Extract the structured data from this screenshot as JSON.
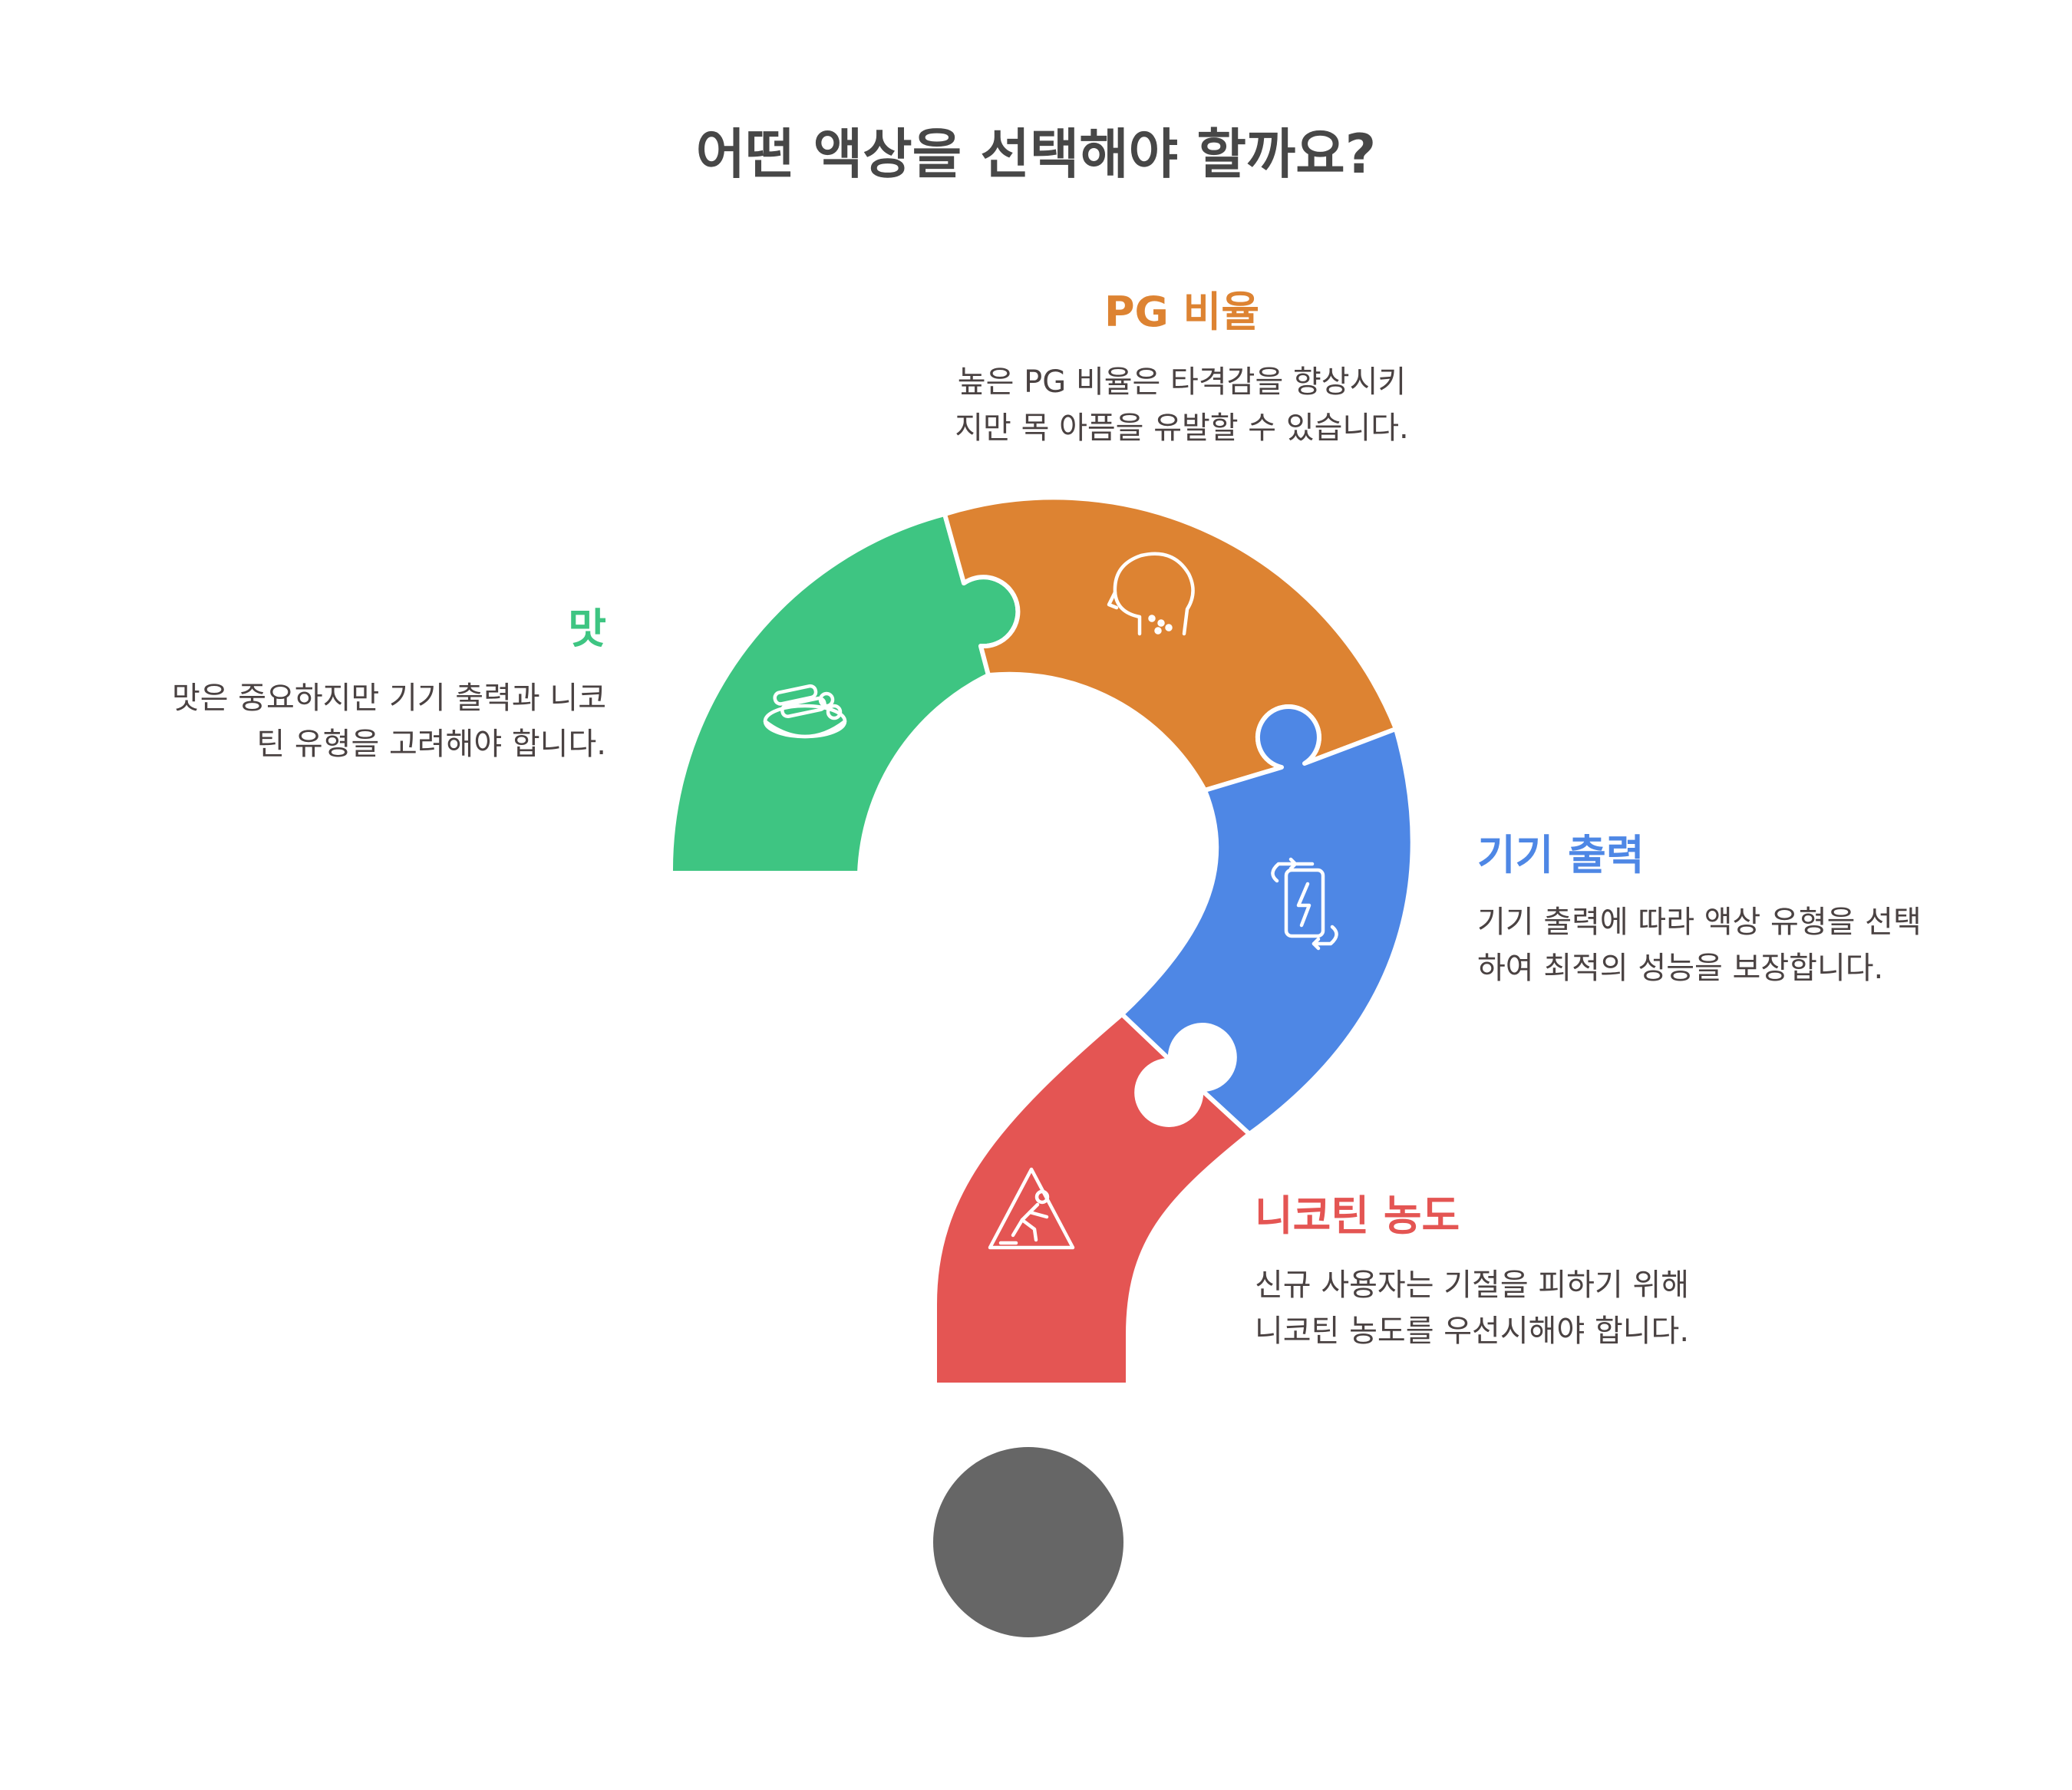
{
  "title": "어떤 액상을 선택해야 할까요?",
  "colors": {
    "taste": "#3EC582",
    "pg": "#DD8332",
    "power": "#4E87E5",
    "nicotine": "#E45553",
    "dot": "#666666",
    "title": "#474747",
    "text": "#4A4242"
  },
  "sections": {
    "taste": {
      "heading": "맛",
      "lines": [
        "맛은 중요하지만 기기 출력과 니코",
        "틴 유형을 고려해야 합니다."
      ],
      "icon": "noodle-bowl-icon"
    },
    "pg": {
      "heading": "PG 비율",
      "lines": [
        "높은 PG 비율은 타격감을 향상시키",
        "지만 목 아픔을 유발할 수 있습니다."
      ],
      "icon": "throat-head-icon"
    },
    "power": {
      "heading": "기기 출력",
      "lines": [
        "기기 출력에 따라 액상 유형을 선택",
        "하여 최적의 성능을 보장합니다."
      ],
      "icon": "battery-cycle-icon"
    },
    "nicotine": {
      "heading": "니코틴 농도",
      "lines": [
        "신규 사용자는 기절을 피하기 위해",
        "니코틴 농도를 우선시해야 합니다."
      ],
      "icon": "warning-fall-icon"
    }
  }
}
